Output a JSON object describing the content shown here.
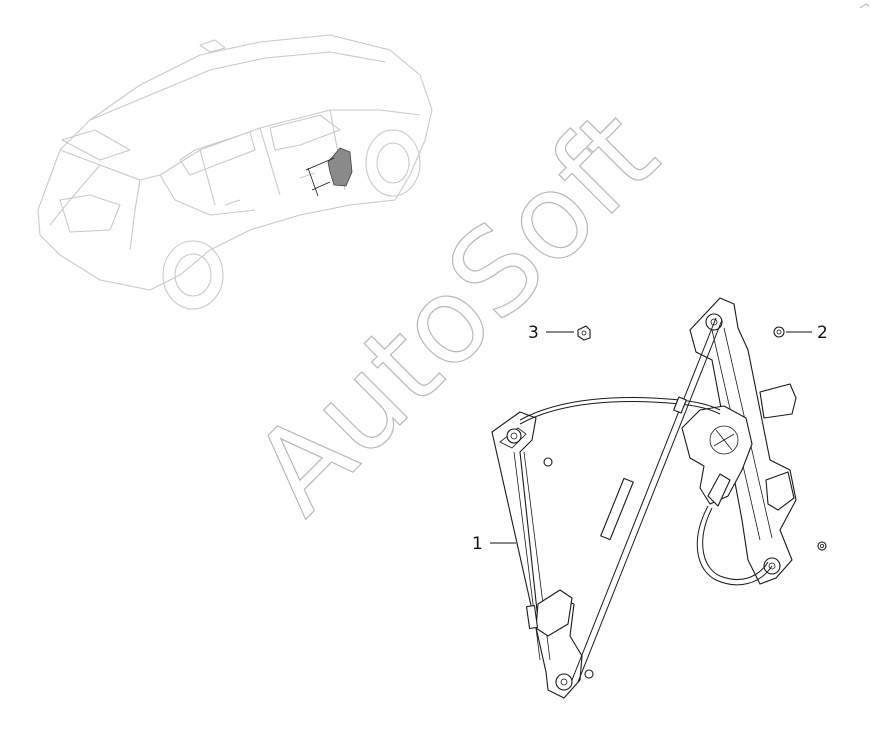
{
  "watermark": "AutoSoft",
  "callouts": [
    {
      "label": "1"
    },
    {
      "label": "2"
    },
    {
      "label": "3"
    }
  ],
  "colors": {
    "outline": "#1a1a1a",
    "car_outline": "#c9c9c9",
    "highlight": "#8a8a8a",
    "watermark": "#b8b8b8"
  }
}
